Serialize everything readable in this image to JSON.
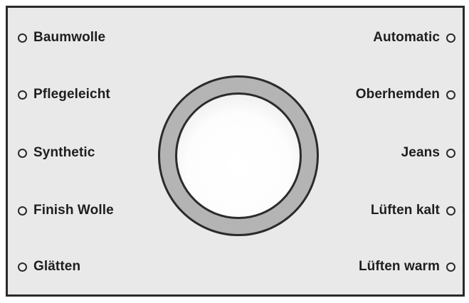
{
  "programs": {
    "left": [
      {
        "label": "Baumwolle"
      },
      {
        "label": "Pflegeleicht"
      },
      {
        "label": "Synthetic"
      },
      {
        "label": "Finish Wolle"
      },
      {
        "label": "Glätten"
      }
    ],
    "right": [
      {
        "label": "Automatic"
      },
      {
        "label": "Oberhemden"
      },
      {
        "label": "Jeans"
      },
      {
        "label": "Lüften kalt"
      },
      {
        "label": "Lüften warm"
      }
    ]
  },
  "selector": {
    "icon": "rotary-dial-icon"
  },
  "colors": {
    "panel_background": "#e9e9e9",
    "outline": "#2b2b2b",
    "dial_ring": "#b4b4b4",
    "dial_face": "#ffffff"
  }
}
